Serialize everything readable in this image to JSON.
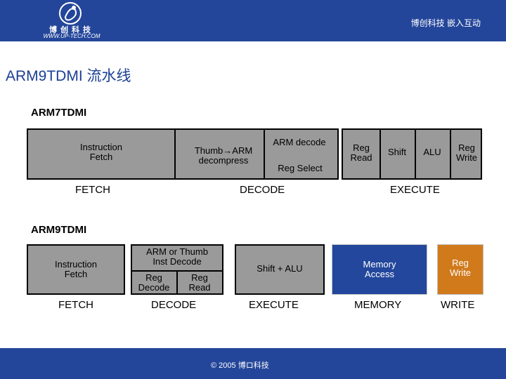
{
  "header": {
    "logo_cn": "博创科技",
    "logo_url": "WWW.UP-TECH.COM",
    "slogan": "博创科技 嵌入互动",
    "colors": {
      "bar": "#24469a",
      "text": "#ffffff"
    }
  },
  "title": "ARM9TDMI 流水线",
  "arm7": {
    "heading": "ARM7TDMI",
    "instruction_fetch": "Instruction\nFetch",
    "thumb_arm": "Thumb→ARM\ndecompress",
    "arm_decode": "ARM decode",
    "reg_select": "Reg Select",
    "reg_read": "Reg\nRead",
    "shift": "Shift",
    "alu": "ALU",
    "reg_write": "Reg\nWrite",
    "stages": [
      "FETCH",
      "DECODE",
      "EXECUTE"
    ]
  },
  "arm9": {
    "heading": "ARM9TDMI",
    "instruction_fetch": "Instruction\nFetch",
    "arm_thumb_decode": "ARM or Thumb\nInst Decode",
    "reg_decode": "Reg\nDecode",
    "reg_read": "Reg\nRead",
    "shift_alu": "Shift + ALU",
    "memory_access": "Memory\nAccess",
    "reg_write": "Reg\nWrite",
    "stages": [
      "FETCH",
      "DECODE",
      "EXECUTE",
      "MEMORY",
      "WRITE"
    ]
  },
  "footer": {
    "copyright": "© 2005 博ロ科技"
  },
  "colors": {
    "gray_box": "#9a9a9a",
    "blue_box": "#23479c",
    "orange_box": "#d07a1c"
  }
}
